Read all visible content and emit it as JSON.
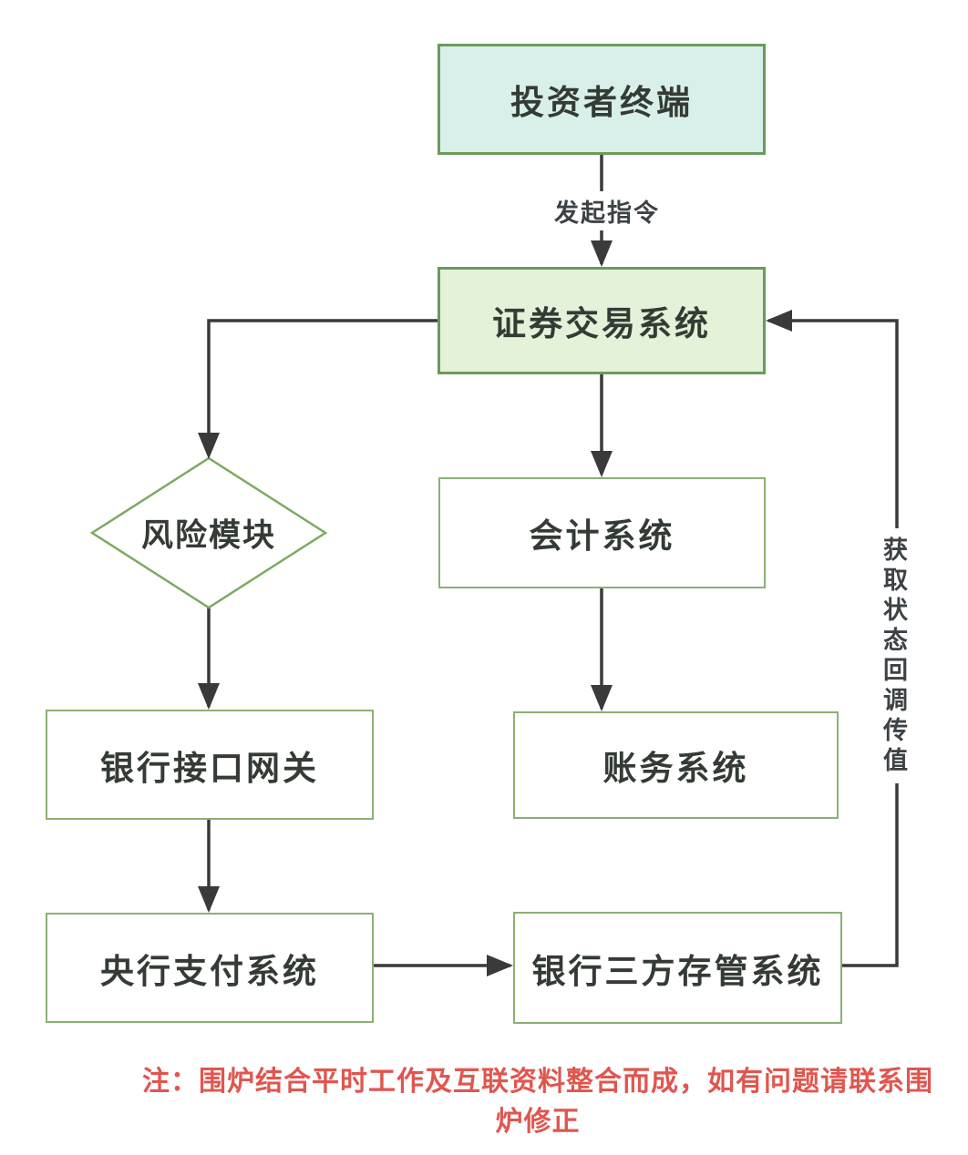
{
  "diagram": {
    "title_hint": "securities-trading-system-flowchart",
    "nodes": {
      "investor_terminal": {
        "label": "投资者终端"
      },
      "trading_system": {
        "label": "证券交易系统"
      },
      "risk_module": {
        "label": "风险模块"
      },
      "accounting_system": {
        "label": "会计系统"
      },
      "bank_gateway": {
        "label": "银行接口网关"
      },
      "billing_system": {
        "label": "账务系统"
      },
      "central_bank_payment": {
        "label": "央行支付系统"
      },
      "bank_depository": {
        "label": "银行三方存管系统"
      }
    },
    "edge_labels": {
      "initiate_order": "发起指令",
      "status_callback": "获取状态回调传值"
    },
    "note": "注：围炉结合平时工作及互联资料整合而成，如有问题请联系围炉修正",
    "colors": {
      "connector": "#3a3a3a",
      "filled_border": "#6b9a5c",
      "plain_border": "#8bb074",
      "cyan_fill": "#d9efe9",
      "green_fill": "#e3f2d8",
      "text": "#343b35",
      "note_red": "#e0564f"
    }
  }
}
